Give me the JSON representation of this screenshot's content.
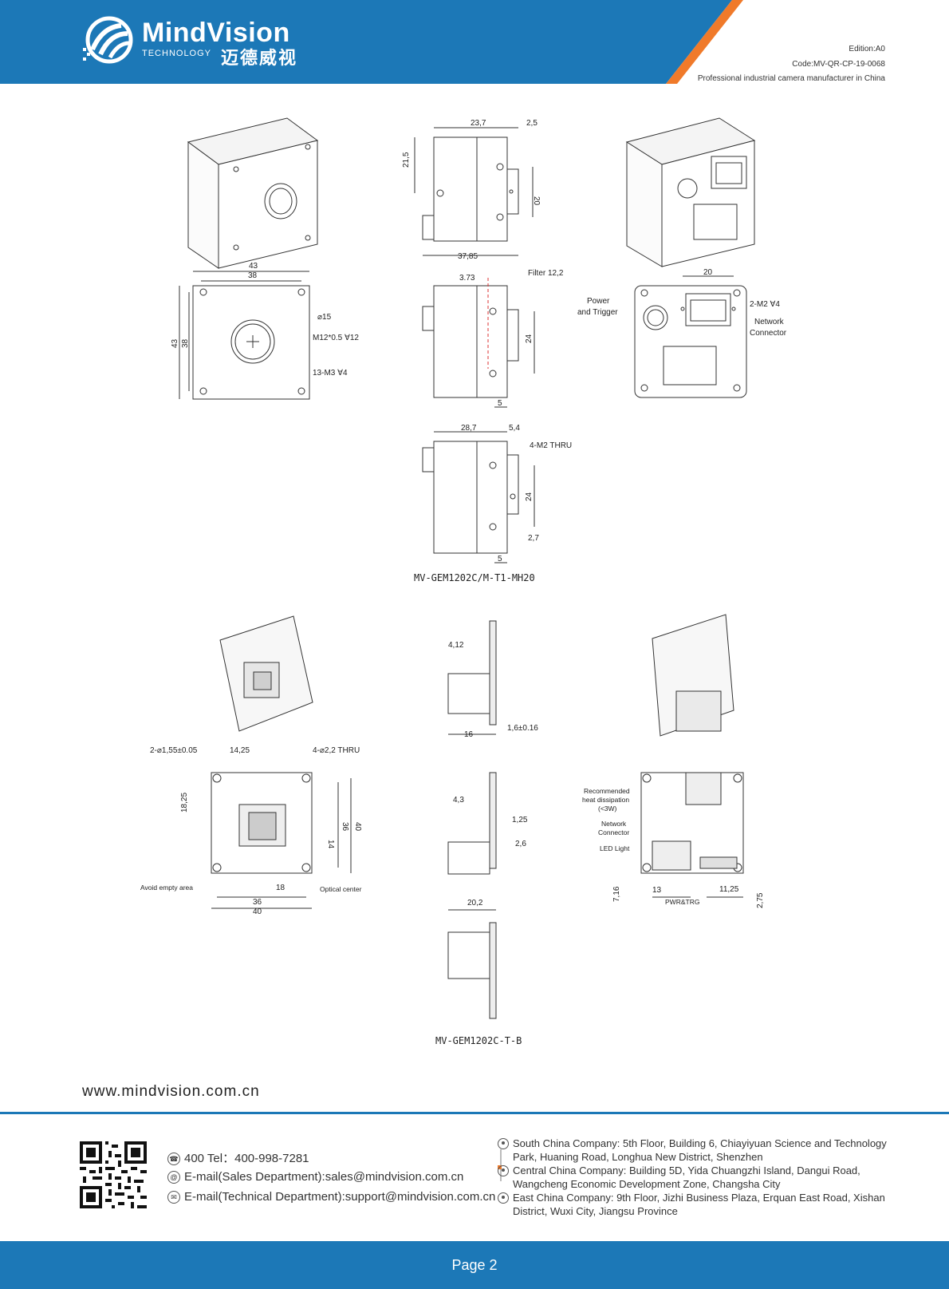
{
  "header": {
    "brand_name": "MindVision",
    "brand_sub": "TECHNOLOGY",
    "brand_cn": "迈德威视",
    "edition": "Edition:A0",
    "code": "Code:MV-QR-CP-19-0068",
    "tagline": "Professional industrial camera manufacturer in China",
    "colors": {
      "primary": "#1c78b7",
      "accent": "#f07a2a"
    }
  },
  "drawing1": {
    "model": "MV-GEM1202C/M-T1-MH20",
    "dims": {
      "top_width": "23,7",
      "top_flange": "2,5",
      "side_height": "21,5",
      "side_20": "20",
      "side_len": "37,85",
      "front_43": "43",
      "front_38": "38",
      "front_43_v": "43",
      "front_38_v": "38",
      "dia15": "⌀15",
      "m12": "M12*0.5 ∀12",
      "m3": "13-M3 ∀4",
      "d373": "3.73",
      "filter": "Filter 12,2",
      "d24": "24",
      "d5": "5",
      "back_20": "20",
      "power": "Power",
      "trigger": "and Trigger",
      "m2": "2-M2 ∀4",
      "network": "Network",
      "connector": "Connector",
      "d287": "28,7",
      "d54": "5,4",
      "m2thru": "4-M2 THRU",
      "d24b": "24",
      "d27": "2,7",
      "d5b": "5"
    }
  },
  "drawing2": {
    "model": "MV-GEM1202C-T-B",
    "dims": {
      "hole155": "2-⌀1,55±0.05",
      "d1425": "14,25",
      "thru22": "4-⌀2,2 THRU",
      "d1825": "18,25",
      "d36v": "36",
      "d40v": "40",
      "d14": "14",
      "avoid": "Avoid empty area",
      "d18": "18",
      "optical": "Optical center",
      "d36": "36",
      "d40": "40",
      "d412": "4,12",
      "d16": "16",
      "d16pm": "1,6±0.16",
      "d43": "4,3",
      "d125": "1,25",
      "d26": "2,6",
      "d202": "20,2",
      "rec": "Recommended",
      "heat": "heat dissipation",
      "w3": "(<3W)",
      "net": "Network",
      "conn": "Connector",
      "led": "LED Light",
      "d716": "7,16",
      "d13": "13",
      "pwr": "PWR&TRG",
      "d1125": "11,25",
      "d275": "2,75"
    }
  },
  "website": "www.mindvision.com.cn",
  "contacts": {
    "tel": "400 Tel：400-998-7281",
    "sales": "E-mail(Sales Department):sales@mindvision.com.cn",
    "support": "E-mail(Technical Department):support@mindvision.com.cn"
  },
  "addresses": {
    "south": "South China Company: 5th Floor, Building 6, Chiayiyuan Science and Technology Park, Huaning Road, Longhua New District, Shenzhen",
    "central": "Central China Company: Building 5D, Yida Chuangzhi Island, Dangui Road, Wangcheng Economic Development Zone, Changsha City",
    "east": "East China Company: 9th Floor, Jizhi Business Plaza, Erquan East Road, Xishan District, Wuxi City, Jiangsu Province"
  },
  "footer": {
    "page": "Page 2"
  }
}
